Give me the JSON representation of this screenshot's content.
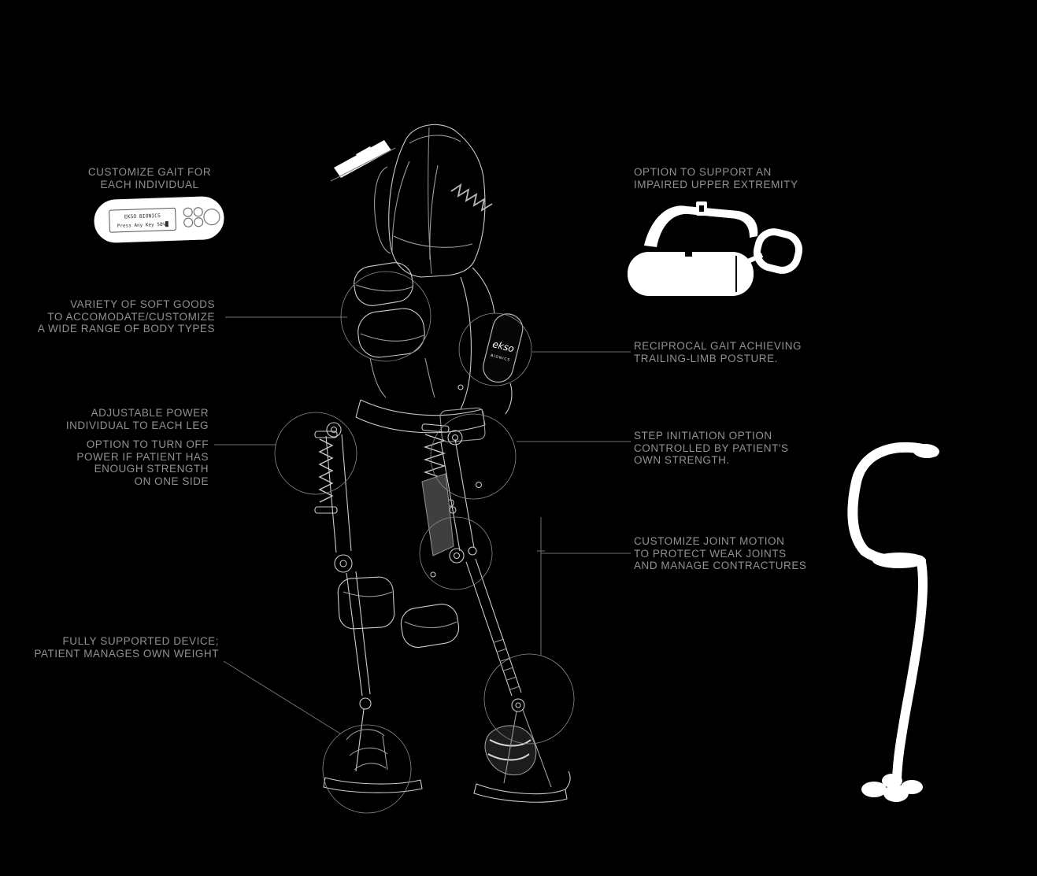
{
  "canvas": {
    "background": "#000000"
  },
  "colors": {
    "label": "#8f9193",
    "leader_line": "#707274",
    "artwork_line": "#c9cbcd",
    "white": "#ffffff"
  },
  "labels": {
    "customize_gait": "CUSTOMIZE GAIT FOR\nEACH INDIVIDUAL",
    "soft_goods": "VARIETY OF SOFT GOODS\nTO ACCOMODATE/CUSTOMIZE\nA WIDE RANGE OF BODY TYPES",
    "adjustable_power": "ADJUSTABLE POWER\nINDIVIDUAL TO EACH LEG",
    "turn_off_power": "OPTION TO TURN OFF\nPOWER IF PATIENT HAS\nENOUGH STRENGTH\nON ONE SIDE",
    "fully_supported": "FULLY SUPPORTED DEVICE;\nPATIENT MANAGES OWN WEIGHT",
    "upper_extremity": "OPTION TO SUPPORT AN\nIMPAIRED UPPER EXTREMITY",
    "reciprocal_gait": "RECIPROCAL GAIT ACHIEVING\nTRAILING-LIMB POSTURE.",
    "step_initiation": "STEP INITIATION OPTION\nCONTROLLED BY PATIENT'S\nOWN STRENGTH.",
    "joint_motion": "CUSTOMIZE JOINT MOTION\nTO PROTECT WEAK JOINTS\nAND MANAGE CONTRACTURES"
  },
  "remote_display": {
    "line1": "EKSO BIONICS",
    "line2": "Press Any Key  58%█"
  },
  "device_badge": {
    "brand": "ekso",
    "sub": "BIONICS"
  },
  "illustrations": {
    "remote": "ekso-remote-control",
    "exoskeleton": "exoskeleton-suit",
    "sling": "arm-support-sling",
    "cane": "quad-cane"
  }
}
